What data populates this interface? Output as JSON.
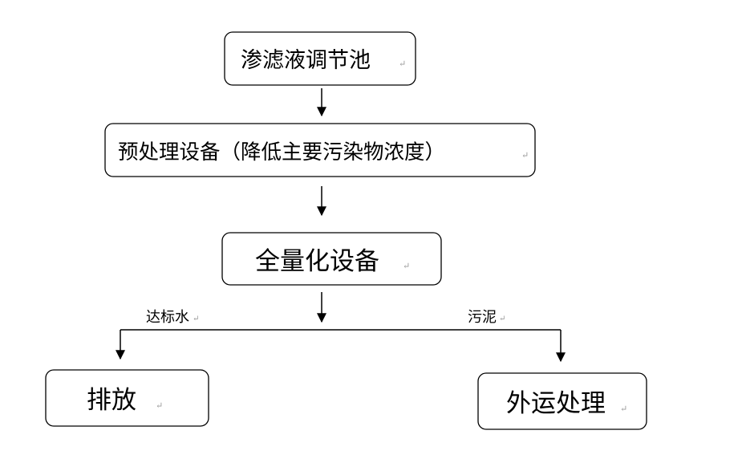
{
  "diagram": {
    "nodes": {
      "collection_tank": "渗滤液调节池",
      "pretreatment": "预处理设备（降低主要污染物浓度）",
      "full_treatment": "全量化设备",
      "discharge": "排放",
      "transport": "外运处理"
    },
    "edge_labels": {
      "compliant_water": "达标水",
      "sludge": "污泥"
    },
    "paragraph_mark": "↵"
  }
}
